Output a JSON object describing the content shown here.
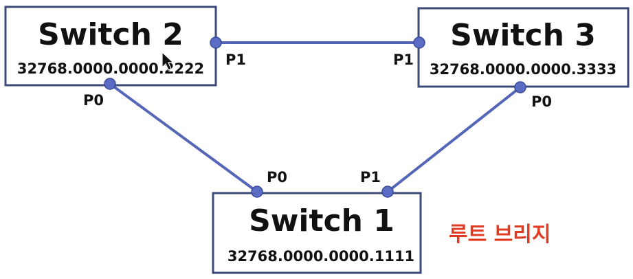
{
  "colors": {
    "link": "#5566b8",
    "port_dot": "#5a6cc4",
    "box_border": "#3c4a7a",
    "root_label": "#e03c24"
  },
  "switches": {
    "switch1": {
      "title": "Switch 1",
      "bridge_id": "32768.0000.0000.1111"
    },
    "switch2": {
      "title": "Switch 2",
      "bridge_id": "32768.0000.0000.2222"
    },
    "switch3": {
      "title": "Switch 3",
      "bridge_id": "32768.0000.0000.3333"
    }
  },
  "ports": {
    "s2_p1": "P1",
    "s3_p1": "P1",
    "s2_p0": "P0",
    "s3_p0": "P0",
    "s1_p0": "P0",
    "s1_p1": "P1"
  },
  "root_bridge_label": "루트 브리지",
  "cursor_icon": "mouse-pointer-icon"
}
